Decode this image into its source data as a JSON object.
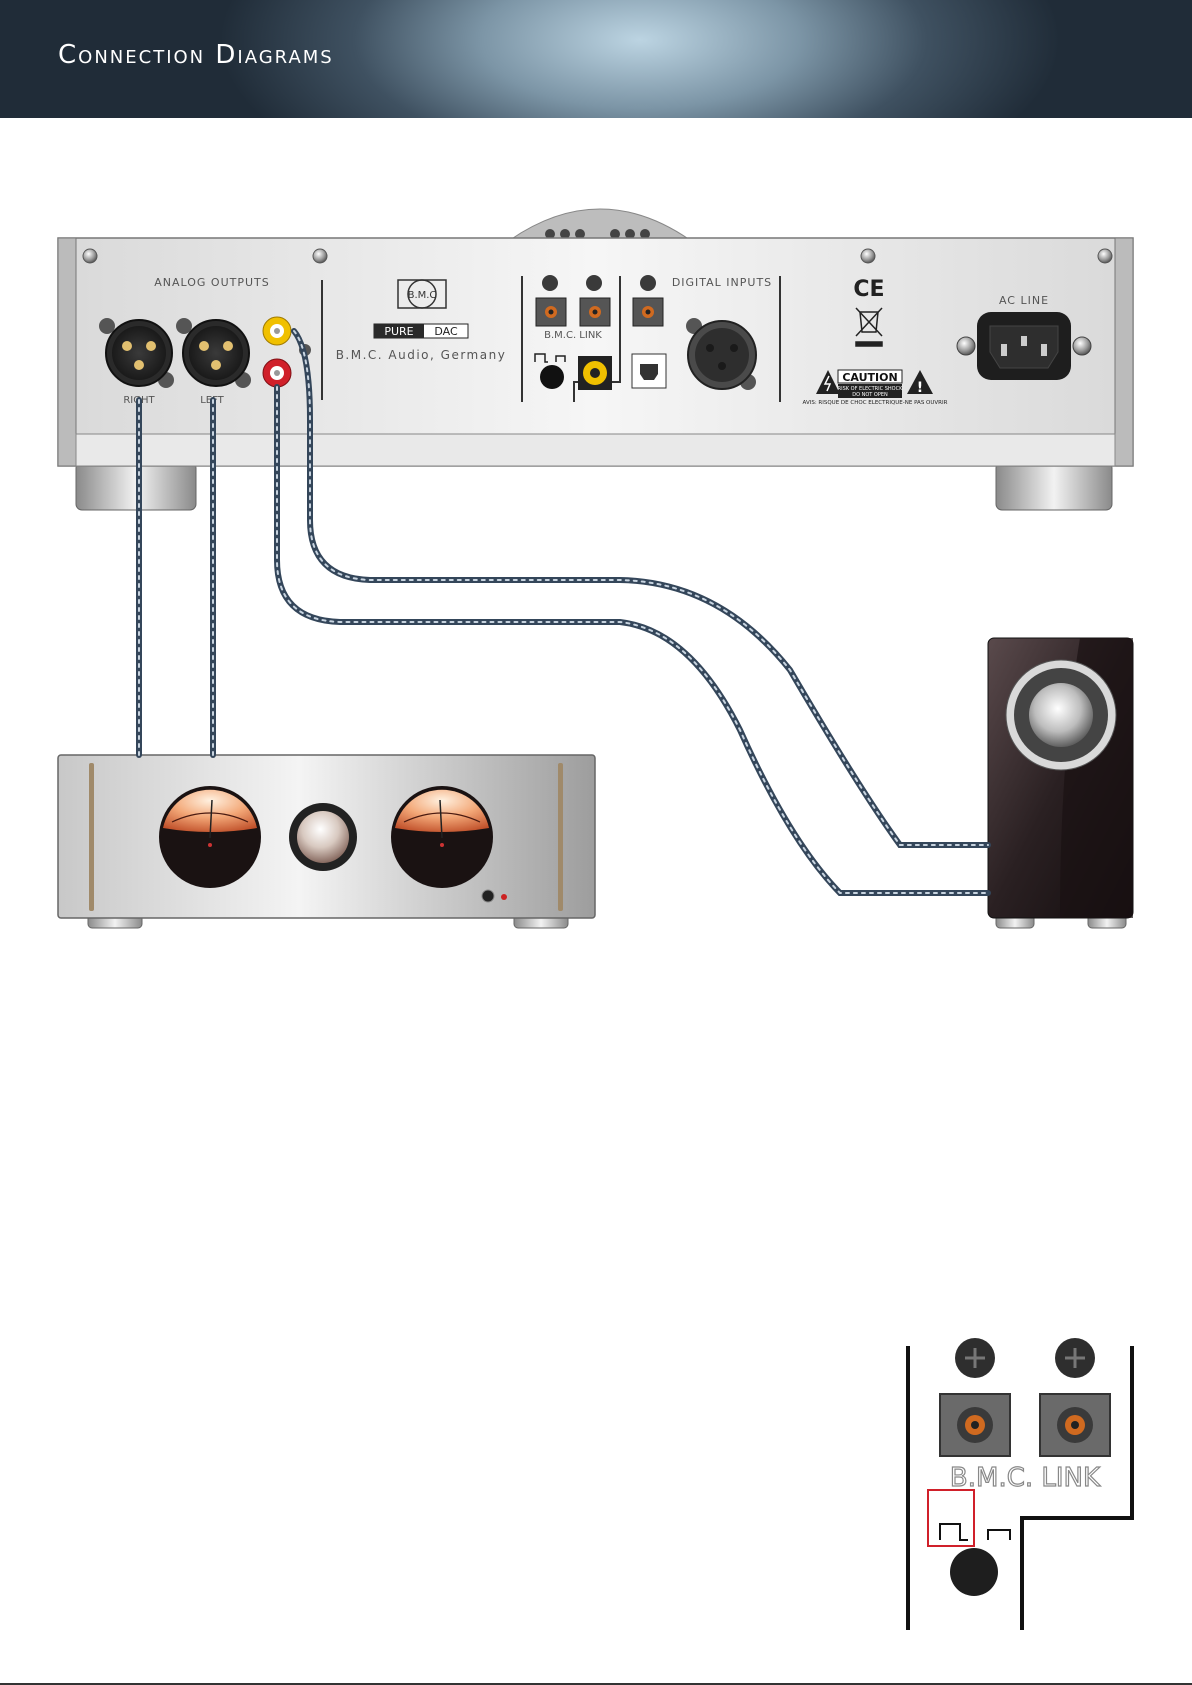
{
  "header": {
    "title": "Connection Diagrams"
  },
  "dac": {
    "analog_outputs_label": "ANALOG OUTPUTS",
    "right_label": "RIGHT",
    "left_label": "LEFT",
    "logo_text": "B.M.C",
    "pure_label": "PURE",
    "dac_label": "DAC",
    "company": "B.M.C. Audio, Germany",
    "bmc_link_label": "B.M.C. LINK",
    "digital_inputs_label": "DIGITAL INPUTS",
    "ce_mark": "CE",
    "ac_line_label": "AC LINE",
    "caution_label": "CAUTION",
    "caution_sub1": "RISK OF ELECTRIC SHOCK",
    "caution_sub2": "DO NOT OPEN",
    "avis_text": "AVIS: RISQUE DE CHOC ELECTRIQUE-NE PAS OUVRIR"
  },
  "detail": {
    "bmc_link_label": "B.M.C. LINK"
  },
  "colors": {
    "header_dark": "#202c38",
    "header_light": "#bcd4e2",
    "cable": "#3a4a5c",
    "highlight": "#d0202a",
    "rca_yellow": "#f0c000",
    "rca_red": "#d0202a"
  }
}
